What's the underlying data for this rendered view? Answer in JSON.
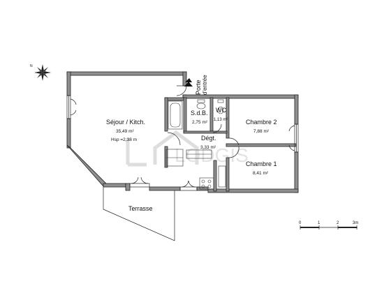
{
  "rooms": {
    "sejour": {
      "name": "Séjour / Kitch.",
      "area": "35,49 m²",
      "height": "Hsp =2,38  m"
    },
    "sdb": {
      "name": "S.d.B.",
      "area": "2,75 m²"
    },
    "wc": {
      "name": "WC",
      "area": "1,13 m²"
    },
    "degt": {
      "name": "Dégt.",
      "area": "3,33 m²"
    },
    "chambre2": {
      "name": "Chambre 2",
      "area": "7,88 m²"
    },
    "chambre1": {
      "name": "Chambre 1",
      "area": "8,41 m²"
    },
    "terrasse": {
      "name": "Terrasse"
    }
  },
  "entrance": {
    "line1": "Porte",
    "line2": "d'entrée"
  },
  "scale": {
    "labels": [
      "0",
      "1",
      "2",
      "3m"
    ]
  },
  "watermark": {
    "text": "LODGIS"
  },
  "icons": {
    "compass": "compass-rose-icon",
    "entrance": "entrance-arrow-icon"
  },
  "colors": {
    "wall": "#8f8f8f",
    "line": "#222222",
    "watermark": "#dedede"
  }
}
